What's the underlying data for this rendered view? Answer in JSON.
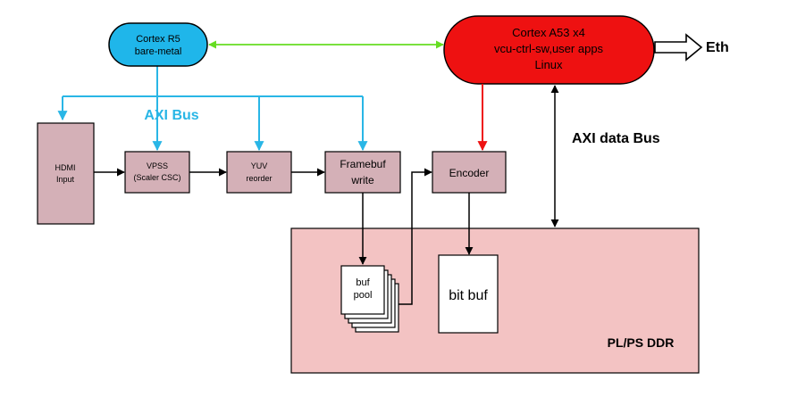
{
  "colors": {
    "blue_arrow": "#29b6e6",
    "green_arrow": "#66dd22",
    "red_arrow": "#ee1111",
    "r5_fill": "#1fb6ea",
    "a53_fill": "#ee1111",
    "block_fill": "#d4b0b7",
    "ddr_fill": "#f3c3c3",
    "black": "#000000",
    "white": "#ffffff"
  },
  "cortex_r5": {
    "line1": "Cortex R5",
    "line2": "bare-metal"
  },
  "cortex_a53": {
    "line1": "Cortex A53 x4",
    "line2": "vcu-ctrl-sw,user apps",
    "line3": "Linux"
  },
  "eth_label": "Eth",
  "axi_bus_label": "AXI Bus",
  "axi_data_bus_label": "AXI data Bus",
  "hdmi": {
    "line1": "HDMI",
    "line2": "Input"
  },
  "vpss": {
    "line1": "VPSS",
    "line2": "(Scaler CSC)"
  },
  "yuv": {
    "line1": "YUV",
    "line2": "reorder"
  },
  "framebuf": {
    "line1": "Framebuf",
    "line2": "write"
  },
  "encoder": {
    "label": "Encoder"
  },
  "buf_pool": {
    "line1": "buf",
    "line2": "pool"
  },
  "bit_buf": {
    "label": "bit buf"
  },
  "ddr": {
    "label": "PL/PS DDR"
  }
}
